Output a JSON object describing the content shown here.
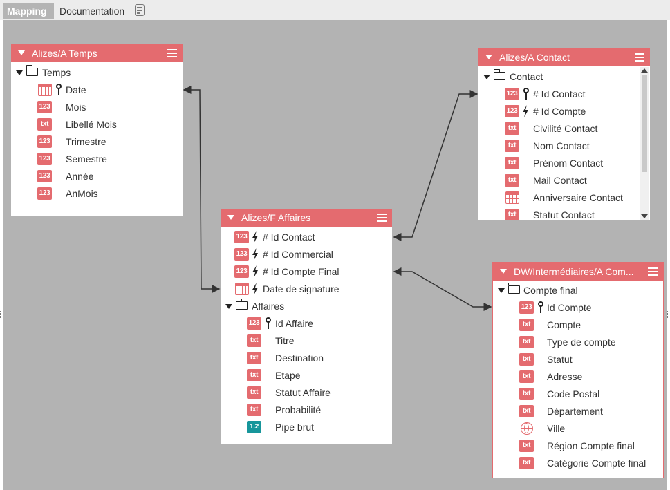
{
  "tabs": [
    {
      "label": "Mapping",
      "active": true
    },
    {
      "label": "Documentation",
      "active": false,
      "icon": "document-icon"
    }
  ],
  "colors": {
    "accent": "#e46b6f",
    "teal": "#17969b",
    "canvas": "#b3b3b3"
  },
  "entities": {
    "temps": {
      "title": "Alizes/A Temps",
      "folder": "Temps",
      "fields": [
        {
          "type": "date",
          "key": true,
          "label": "Date"
        },
        {
          "type": "123",
          "label": "Mois"
        },
        {
          "type": "txt",
          "label": "Libellé Mois"
        },
        {
          "type": "123",
          "label": "Trimestre"
        },
        {
          "type": "123",
          "label": "Semestre"
        },
        {
          "type": "123",
          "label": "Année"
        },
        {
          "type": "123",
          "label": "AnMois"
        }
      ]
    },
    "affaires": {
      "title": "Alizes/F Affaires",
      "links": [
        {
          "type": "123",
          "label": "# Id Contact"
        },
        {
          "type": "123",
          "label": "# Id Commercial"
        },
        {
          "type": "123",
          "label": "# Id Compte Final"
        },
        {
          "type": "date",
          "label": "Date de signature"
        }
      ],
      "folder": "Affaires",
      "fields": [
        {
          "type": "123",
          "key": true,
          "label": "Id Affaire"
        },
        {
          "type": "txt",
          "label": "Titre"
        },
        {
          "type": "txt",
          "label": "Destination"
        },
        {
          "type": "txt",
          "label": "Etape"
        },
        {
          "type": "txt",
          "label": "Statut Affaire"
        },
        {
          "type": "txt",
          "label": "Probabilité"
        },
        {
          "type": "1.2",
          "label": "Pipe brut"
        }
      ]
    },
    "contact": {
      "title": "Alizes/A Contact",
      "folder": "Contact",
      "fields": [
        {
          "type": "123",
          "key": true,
          "label": "# Id Contact"
        },
        {
          "type": "123",
          "bolt": true,
          "label": "# Id Compte"
        },
        {
          "type": "txt",
          "label": "Civilité Contact"
        },
        {
          "type": "txt",
          "label": "Nom Contact"
        },
        {
          "type": "txt",
          "label": "Prénom Contact"
        },
        {
          "type": "txt",
          "label": "Mail Contact"
        },
        {
          "type": "datetime",
          "label": "Anniversaire Contact"
        },
        {
          "type": "txt",
          "label": "Statut Contact"
        }
      ]
    },
    "compte": {
      "title": "DW/Intermédiaires/A Com...",
      "folder": "Compte final",
      "fields": [
        {
          "type": "123",
          "key": true,
          "label": "Id Compte"
        },
        {
          "type": "txt",
          "label": "Compte"
        },
        {
          "type": "txt",
          "label": "Type de compte"
        },
        {
          "type": "txt",
          "label": "Statut"
        },
        {
          "type": "txt",
          "label": "Adresse"
        },
        {
          "type": "txt",
          "label": "Code Postal"
        },
        {
          "type": "txt",
          "label": "Département"
        },
        {
          "type": "geo",
          "label": "Ville"
        },
        {
          "type": "txt",
          "label": "Région Compte final"
        },
        {
          "type": "txt",
          "label": "Catégorie Compte final"
        }
      ]
    }
  },
  "badges": {
    "num": "123",
    "txt": "txt",
    "dec": "1.2"
  }
}
